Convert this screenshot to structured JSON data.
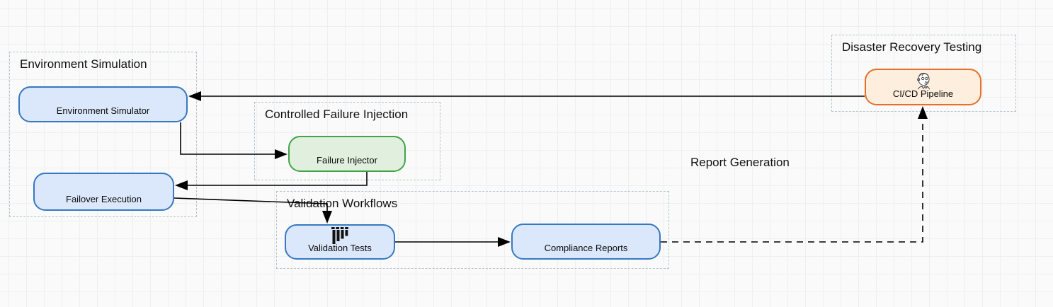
{
  "diagram": {
    "groups": [
      {
        "id": "environment-simulation",
        "title": "Environment Simulation"
      },
      {
        "id": "controlled-failure-injection",
        "title": "Controlled Failure Injection"
      },
      {
        "id": "validation-workflows",
        "title": "Validation Workflows"
      },
      {
        "id": "disaster-recovery-testing",
        "title": "Disaster Recovery Testing"
      }
    ],
    "nodes": [
      {
        "id": "environment-simulator",
        "label": "Environment Simulator",
        "color": "blue",
        "group": "Environment Simulation"
      },
      {
        "id": "failover-execution",
        "label": "Failover Execution",
        "color": "blue",
        "group": "Environment Simulation"
      },
      {
        "id": "failure-injector",
        "label": "Failure Injector",
        "color": "green",
        "group": "Controlled Failure Injection"
      },
      {
        "id": "validation-tests",
        "label": "Validation Tests",
        "color": "blue",
        "icon": "hanging-bars-icon",
        "group": "Validation Workflows"
      },
      {
        "id": "compliance-reports",
        "label": "Compliance Reports",
        "color": "blue",
        "group": "Validation Workflows"
      },
      {
        "id": "cicd-pipeline",
        "label": "CI/CD Pipeline",
        "color": "orange",
        "icon": "jenkins-butler-icon",
        "group": "Disaster Recovery Testing"
      }
    ],
    "edges": [
      {
        "from": "CI/CD Pipeline",
        "to": "Environment Simulator",
        "style": "solid"
      },
      {
        "from": "Environment Simulator",
        "to": "Failure Injector",
        "style": "solid"
      },
      {
        "from": "Failure Injector",
        "to": "Failover Execution",
        "style": "solid"
      },
      {
        "from": "Failover Execution",
        "to": "Validation Tests",
        "style": "solid"
      },
      {
        "from": "Validation Tests",
        "to": "Compliance Reports",
        "style": "solid"
      },
      {
        "from": "Compliance Reports",
        "to": "CI/CD Pipeline",
        "style": "dashed",
        "label": "Report Generation"
      }
    ],
    "colors": {
      "node_blue_fill": "#dbe8fb",
      "node_blue_stroke": "#3778c2",
      "node_green_fill": "#e1f0de",
      "node_green_stroke": "#44a24a",
      "node_orange_fill": "#fdeedd",
      "node_orange_stroke": "#e4702a",
      "group_border": "#b4c3cc",
      "edge": "#000000"
    }
  }
}
